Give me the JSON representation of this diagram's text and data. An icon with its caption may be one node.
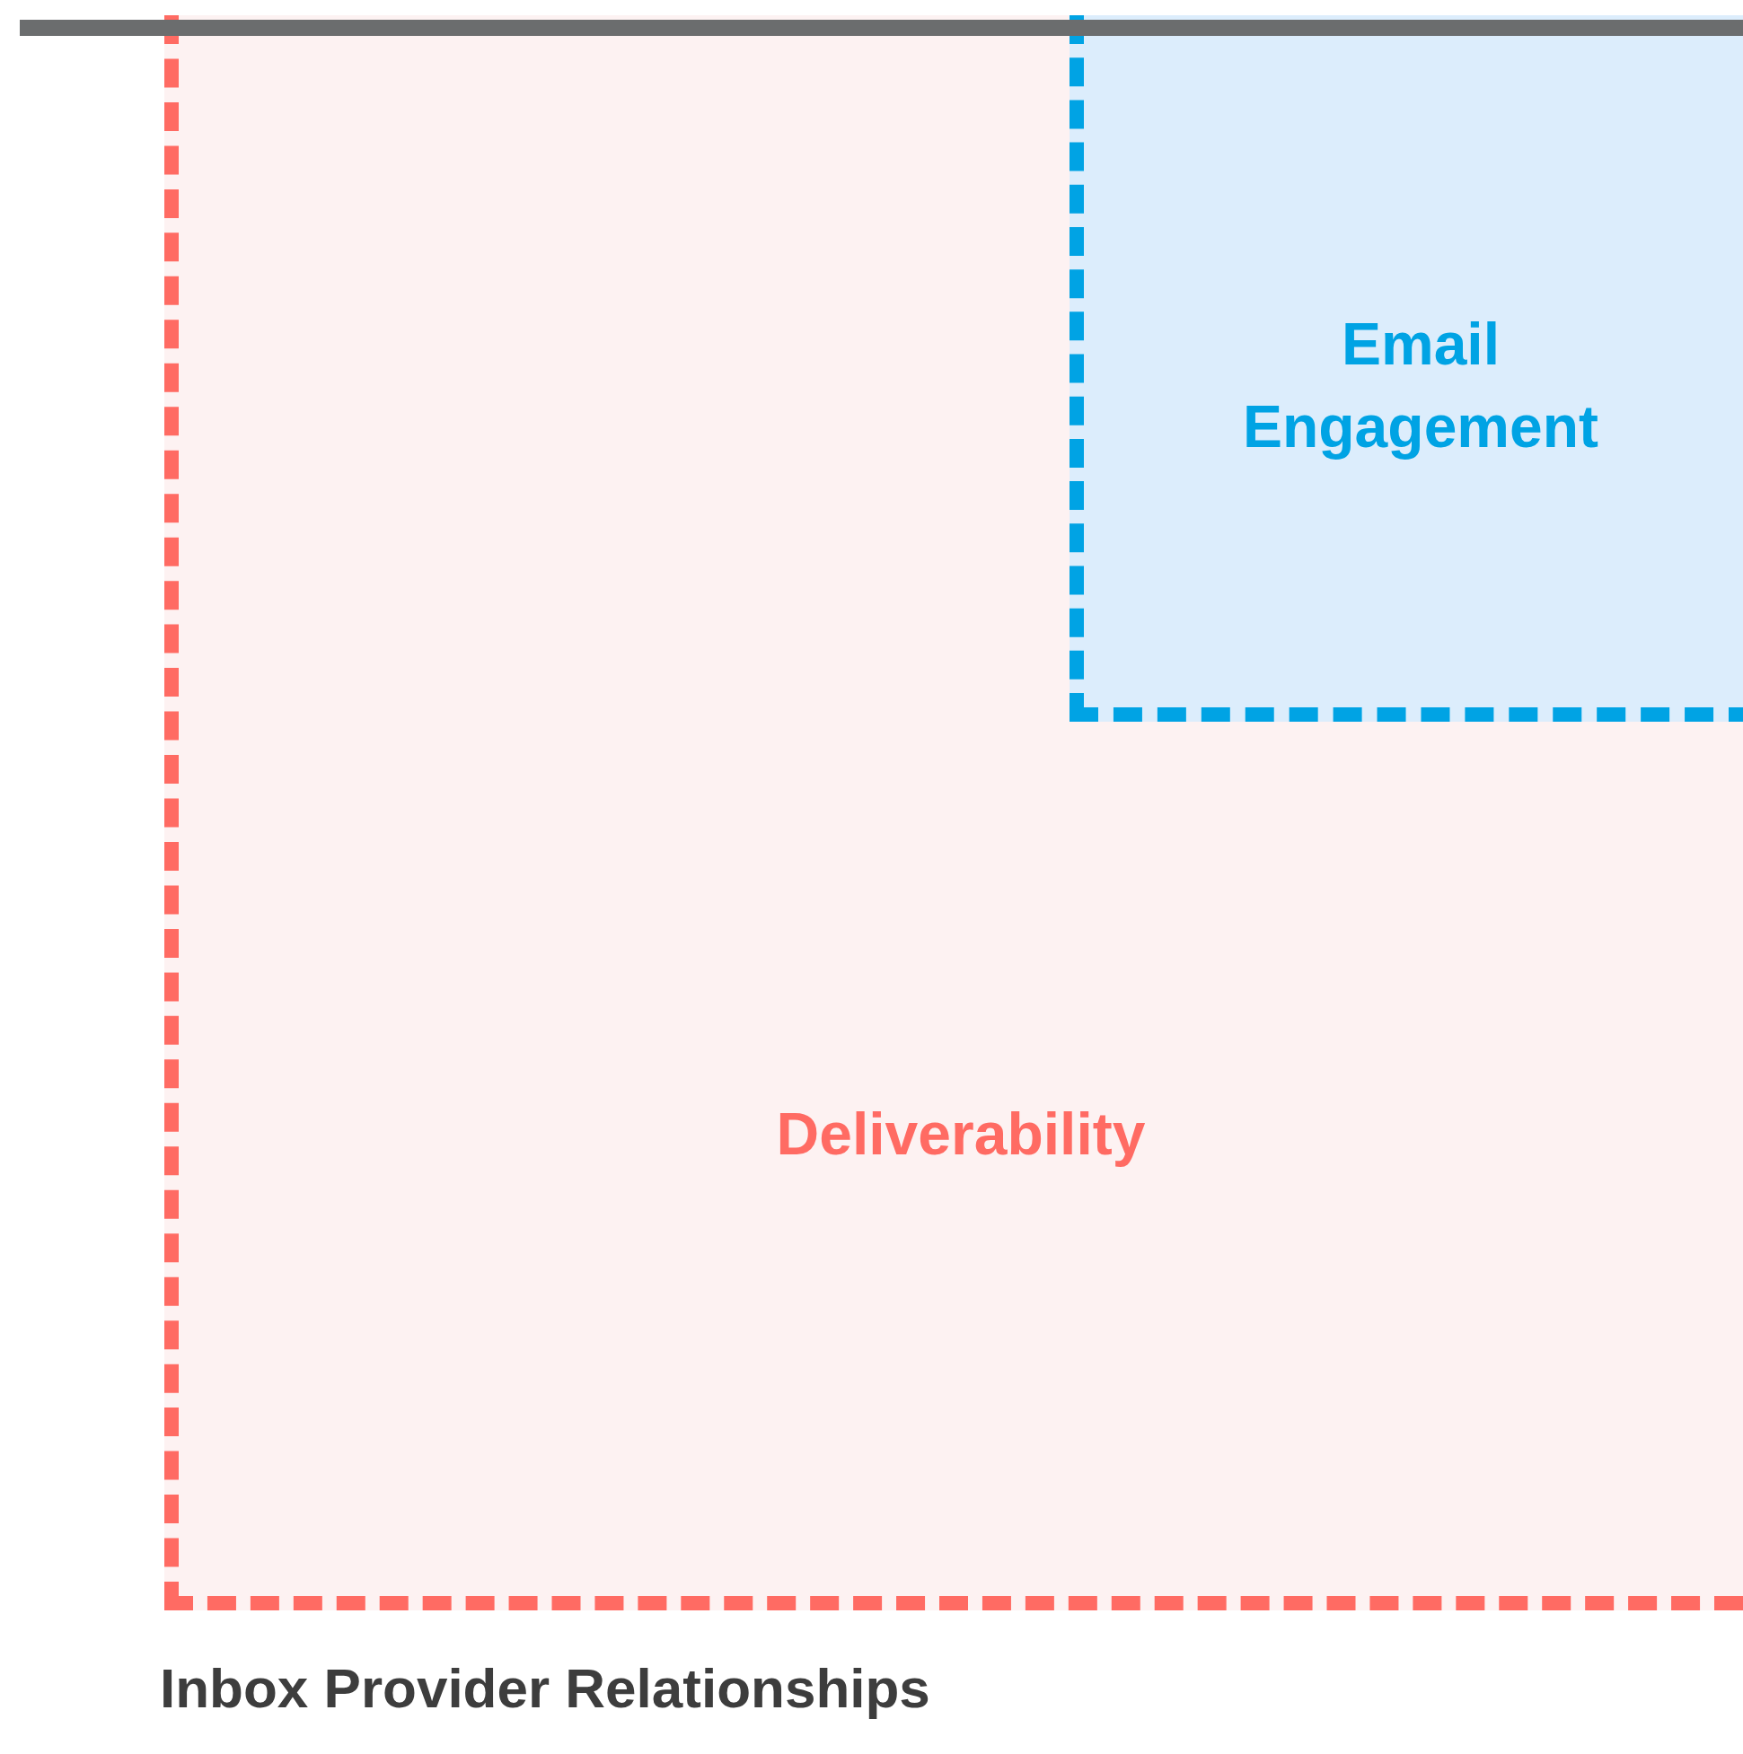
{
  "diagram": {
    "nodes": [
      {
        "text": [
          "Deliverability"
        ]
      },
      {
        "text": [
          "Email Engagement"
        ],
        "in": 0
      }
    ],
    "labels": [
      "Inbox Provider Relationships"
    ]
  }
}
